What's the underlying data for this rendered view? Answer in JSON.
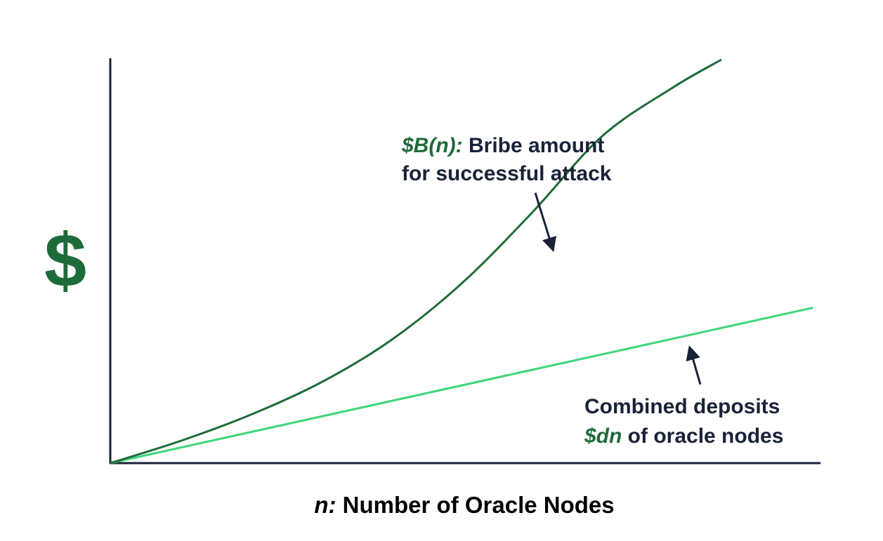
{
  "chart_data": {
    "type": "line",
    "ylabel": "$",
    "xlabel": {
      "var": "n:",
      "text": " Number of Oracle Nodes"
    },
    "x_domain": [
      0,
      10
    ],
    "y_domain": [
      0,
      10
    ],
    "grid": false,
    "axis_labels_visible": false,
    "colors": {
      "axis": "#1a2238",
      "dollar": "#1e6b3a",
      "bribe_curve": "#1e6b3a",
      "deposit_line": "#3dd67a",
      "text": "#1a2238"
    },
    "series": [
      {
        "key": "bribe",
        "x": [
          0,
          1,
          2,
          3,
          4,
          5,
          6,
          7,
          8,
          8.7
        ],
        "y": [
          0,
          0.55,
          1.2,
          2.0,
          3.05,
          4.45,
          6.2,
          8.1,
          9.3,
          10.0
        ]
      },
      {
        "key": "deposits",
        "x": [
          0,
          10
        ],
        "y": [
          0,
          3.85
        ]
      }
    ],
    "annotations": [
      {
        "key": "bribe",
        "lines": [
          {
            "accent": "$B(n):",
            "text": " Bribe amount"
          },
          {
            "accent": "",
            "text": "for successful attack"
          }
        ],
        "arrow_from": [
          6.05,
          6.7
        ],
        "arrow_to": [
          6.3,
          5.3
        ]
      },
      {
        "key": "deposits",
        "lines": [
          {
            "accent": "",
            "text": "Combined deposits"
          },
          {
            "accent": "$dn",
            "text": " of oracle nodes"
          }
        ],
        "arrow_from": [
          8.4,
          1.95
        ],
        "arrow_to": [
          8.25,
          2.85
        ]
      }
    ]
  }
}
